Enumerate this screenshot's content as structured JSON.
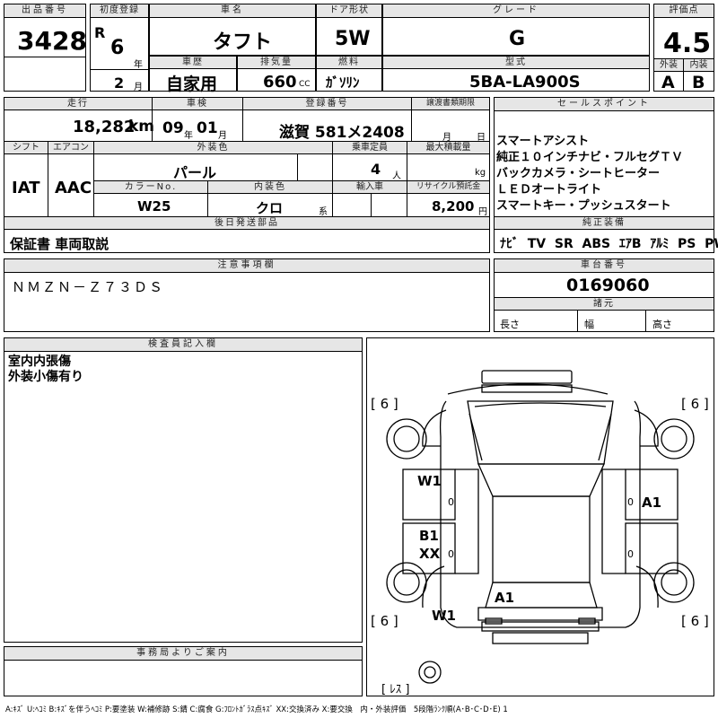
{
  "top": {
    "lot_label": "出品番号",
    "lot": "3428",
    "first_reg_label": "初度登録",
    "era": "R",
    "year_val": "6",
    "year_unit": "年",
    "month_val": "2",
    "month_unit": "月",
    "name_label": "車名",
    "name": "タフト",
    "door_label": "ドア形状",
    "door": "5W",
    "grade_label": "グレード",
    "grade": "G",
    "score_label": "評価点",
    "score": "4.5",
    "history_label": "車歴",
    "history": "自家用",
    "disp_label": "排気量",
    "disp": "660",
    "disp_unit": "CC",
    "fuel_label": "燃料",
    "fuel": "ｶﾞｿﾘﾝ",
    "model_label": "型式",
    "model": "5BA-LA900S",
    "ext_label": "外装",
    "ext": "A",
    "int_label": "内装",
    "int": "B"
  },
  "mid": {
    "mileage_label": "走行",
    "mileage": "18,282",
    "mileage_unit": "km",
    "inspect_label": "車検",
    "inspect_year": "09",
    "inspect_year_unit": "年",
    "inspect_month": "01",
    "inspect_month_unit": "月",
    "plate_label": "登録番号",
    "plate": "滋賀 581メ2408",
    "transfer_label": "譲渡書類期限",
    "transfer_month_unit": "月",
    "transfer_day_unit": "日",
    "shift_label": "シフト",
    "shift": "IAT",
    "ac_label": "エアコン",
    "ac": "AAC",
    "color_label": "外装色",
    "color": "パール",
    "cap_label": "乗車定員",
    "cap": "4",
    "cap_unit": "人",
    "load_label": "最大積載量",
    "load_unit": "kg",
    "colorno_label": "カラーNo.",
    "colorno": "W25",
    "intcolor_label": "内装色",
    "intcolor": "クロ",
    "intcolor_unit": "系",
    "import_label": "輸入車",
    "recycle_label": "リサイクル預託金",
    "recycle": "8,200",
    "recycle_unit": "円",
    "later_label": "後日発送部品",
    "later": "保証書 車両取説"
  },
  "sales": {
    "label": "セールスポイント",
    "lines": [
      "スマートアシスト",
      "純正１０インチナビ・フルセグＴＶ",
      "バックカメラ・シートヒーター",
      "ＬＥＤオートライト",
      "スマートキー・プッシュスタート"
    ]
  },
  "equip": {
    "label": "純正装備",
    "items": [
      "ﾅﾋﾞ",
      "TV",
      "SR",
      "ABS",
      "ｴｱB",
      "ｱﾙﾐ",
      "PS",
      "PW"
    ]
  },
  "notes": {
    "label": "注意事項欄",
    "text": "ＮＭＺＮ－Ｚ７３ＤＳ"
  },
  "chassis": {
    "label": "車台番号",
    "number": "0169060",
    "spec_label": "諸元",
    "len_label": "長さ",
    "width_label": "幅",
    "height_label": "高さ"
  },
  "inspector": {
    "label": "検査員記入欄",
    "lines": [
      "室内内張傷",
      "外装小傷有り"
    ]
  },
  "diagram": {
    "tyre_fl": "[ 6 ]",
    "tyre_fr": "[ 6 ]",
    "tyre_rl": "[ 6 ]",
    "tyre_rr": "[ 6 ]",
    "spare": "[ ﾚｽ ]",
    "mark_w1_left": "W1",
    "mark_b1_xx": "B1\nXX",
    "mark_a1_right": "A1",
    "mark_a1_rear": "A1",
    "mark_w1_rear": "W1",
    "door_zero_1": "0",
    "door_zero_2": "0",
    "door_zero_3": "0",
    "door_zero_4": "0"
  },
  "office": {
    "label": "事務局よりご案内"
  },
  "legend": "A:ｷｽﾞ U:ﾍｺﾐ B:ｷｽﾞを伴うﾍｺﾐ P:要塗装 W:補修跡 S:錆 C:腐食 G:ﾌﾛﾝﾄｶﾞﾗｽ点ｷｽﾞ XX:交換済み X:要交換　内・外装評価　5段階ﾗﾝｸ順(A･B･C･D･E) 1"
}
